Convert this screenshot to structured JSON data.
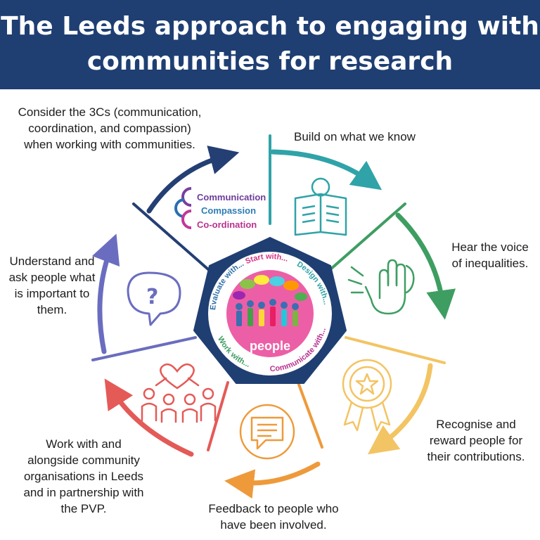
{
  "header": {
    "title_lines": [
      "The Leeds approach to engaging with",
      "communities for research"
    ],
    "bg": "#1f3f73"
  },
  "segments": [
    {
      "id": "3cs",
      "lines": [
        "Consider the 3Cs (communication,",
        "coordination, and compassion)",
        "when working with communities."
      ],
      "color": "#243f74",
      "icon": "three-cs-logo"
    },
    {
      "id": "build",
      "lines": [
        "Build on what we know"
      ],
      "color": "#2fa3a8",
      "icon": "book-lightbulb-icon"
    },
    {
      "id": "hear",
      "lines": [
        "Hear the voice",
        "of inequalities."
      ],
      "color": "#3e9e62",
      "icon": "listening-hand-icon"
    },
    {
      "id": "recognise",
      "lines": [
        "Recognise and",
        "reward people for",
        "their contributions."
      ],
      "color": "#f3c463",
      "icon": "award-rosette-icon"
    },
    {
      "id": "feedback",
      "lines": [
        "Feedback to people who",
        "have been involved."
      ],
      "color": "#ee9a3b",
      "icon": "feedback-chat-icon"
    },
    {
      "id": "work",
      "lines": [
        "Work with and",
        "alongside community",
        "organisations in Leeds",
        "and in partnership with",
        "the PVP."
      ],
      "color": "#e45a57",
      "icon": "community-heart-icon"
    },
    {
      "id": "understand",
      "lines": [
        "Understand and",
        "ask people what",
        "is important to",
        "them."
      ],
      "color": "#6a6dbf",
      "icon": "question-bubble-icon"
    }
  ],
  "three_cs_logo": {
    "words": [
      "Communication",
      "Compassion",
      "Co-ordination"
    ]
  },
  "center": {
    "ring_texts": [
      "Start with...",
      "Design with...",
      "Communicate with...",
      "Work with...",
      "Evaluate with..."
    ],
    "people_label": "people"
  }
}
